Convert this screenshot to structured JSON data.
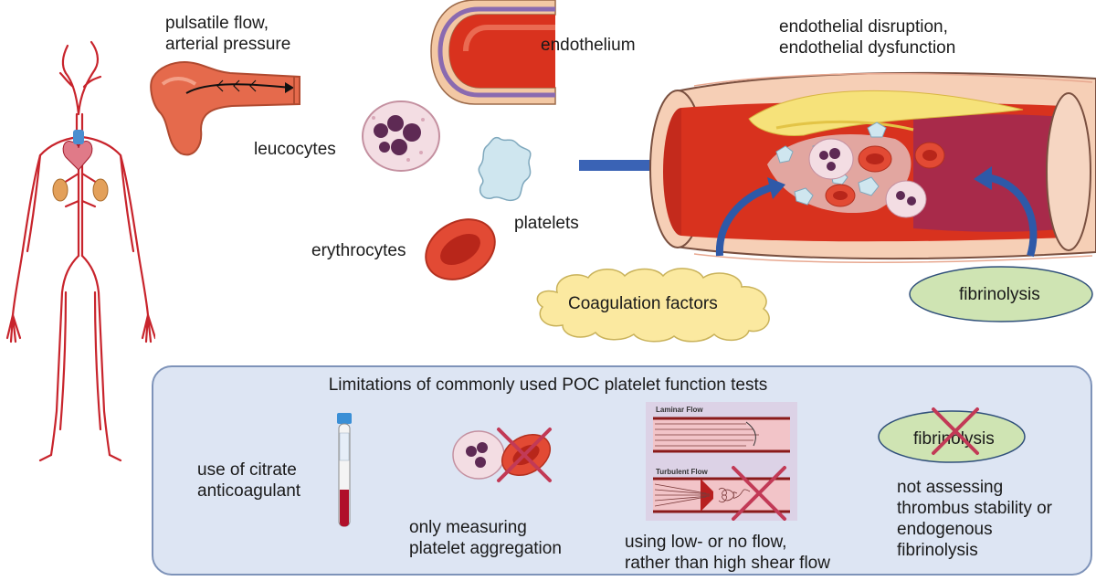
{
  "labels": {
    "pulsatile": "pulsatile flow,\narterial pressure",
    "endothelium": "endothelium",
    "leucocytes": "leucocytes",
    "platelets": "platelets",
    "erythrocytes": "erythrocytes",
    "endothelial": "endothelial disruption,\nendothelial dysfunction",
    "coagulation": "Coagulation factors",
    "fibrinolysis": "fibrinolysis"
  },
  "panel": {
    "title": "Limitations of commonly used POC platelet function tests",
    "items": [
      {
        "text": "use of citrate\nanticoagulant"
      },
      {
        "text": "only measuring\nplatelet aggregation"
      },
      {
        "text": "using low- or no flow,\nrather than high shear flow"
      },
      {
        "text": "not assessing\nthrombus stability or\nendogenous\nfibrinolysis"
      }
    ],
    "flow_labels": {
      "laminar": "Laminar Flow",
      "turbulent": "Turbulent Flow"
    },
    "fib_ellipse": "fibrinolysis"
  },
  "colors": {
    "artery": "#c8242c",
    "vessel_wall": "#f6d0b8",
    "blood": "#d8331f",
    "arrow": "#3a63b5",
    "cloud": "#fbe9a0",
    "ellipse": "#cfe4b3",
    "panel_bg": "#dde5f3",
    "cross": "#c23a56"
  }
}
